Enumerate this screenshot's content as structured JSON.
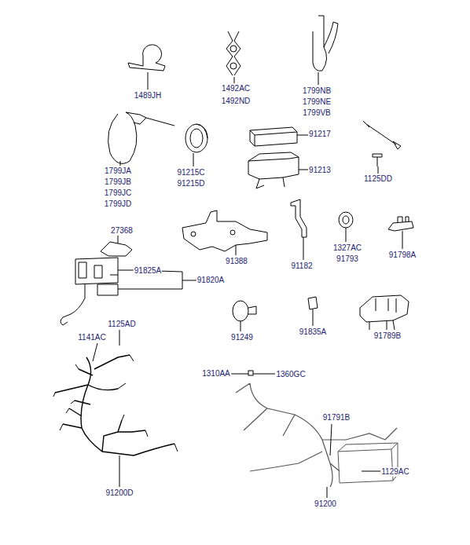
{
  "diagram": {
    "labels": [
      "1489JH",
      "1492AC",
      "1492ND",
      "1799NB",
      "1799NE",
      "1799VB",
      "1799JA",
      "1799JB",
      "1799JC",
      "1799JD",
      "91215C",
      "91215D",
      "91217",
      "91213",
      "1125DD",
      "27368",
      "91388",
      "91182",
      "1327AC",
      "91793",
      "91798A",
      "91825A",
      "91820A",
      "91249",
      "91835A",
      "91789B",
      "1125AD",
      "1141AC",
      "91200D",
      "1310AA",
      "1360GC",
      "91791B",
      "1129AC",
      "91200"
    ]
  }
}
